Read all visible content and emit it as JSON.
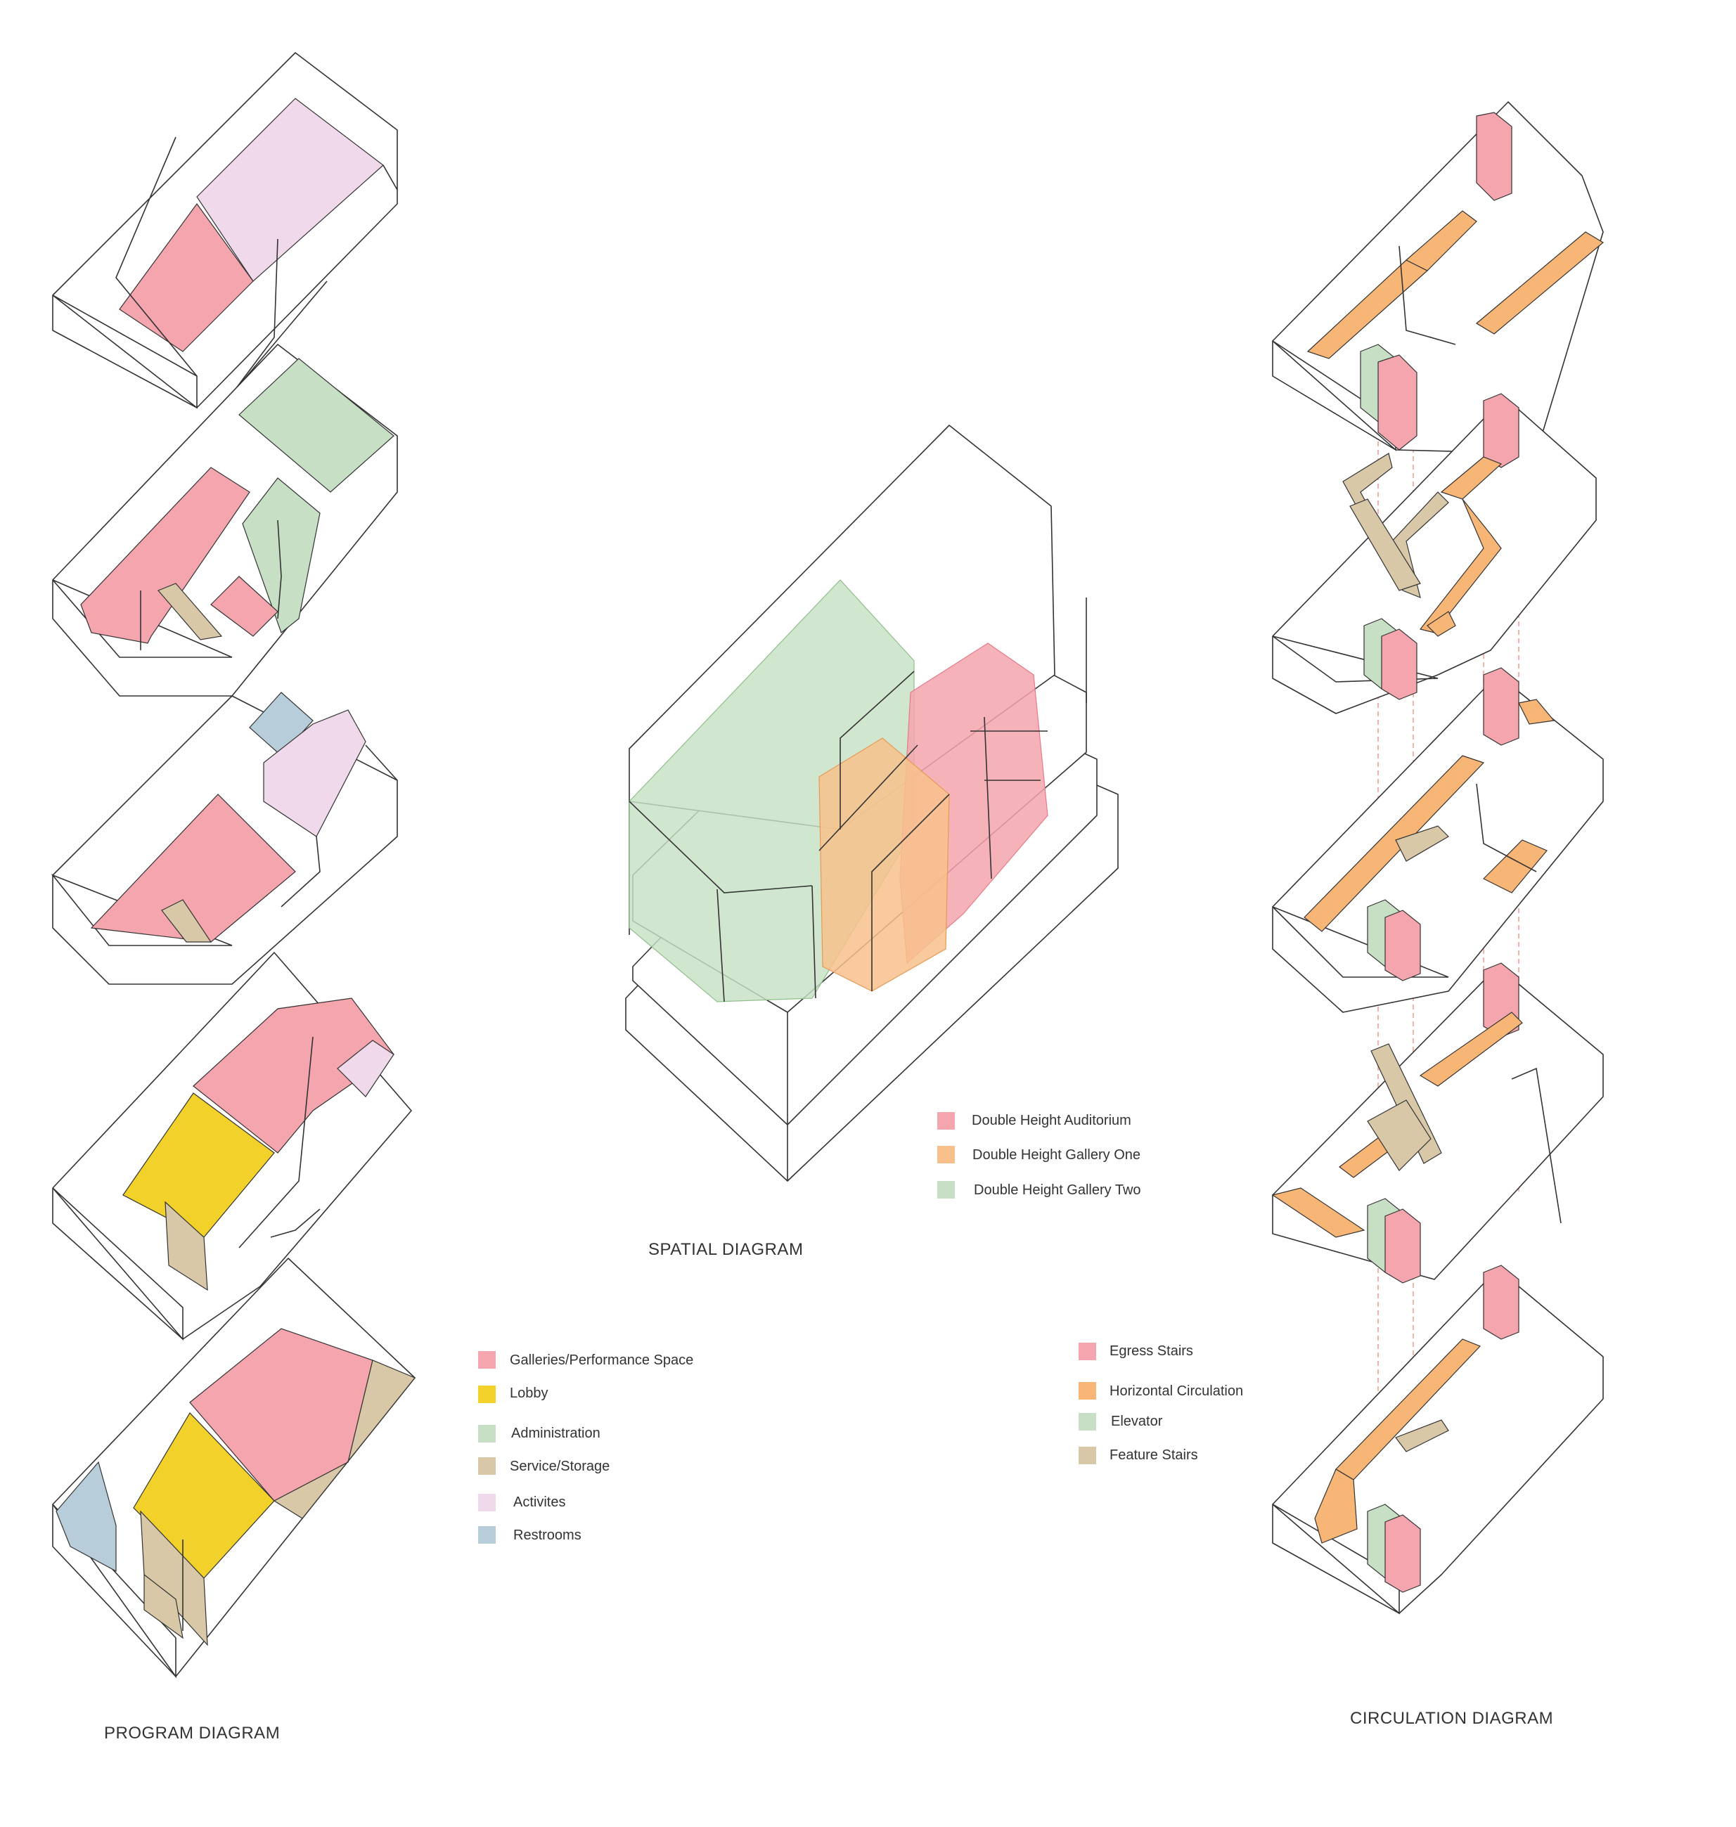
{
  "colors": {
    "galleries": "#f4a5ad",
    "lobby": "#f2d12a",
    "administration": "#c7e0c5",
    "service": "#d8c8a8",
    "activities": "#efd9eb",
    "restrooms": "#b8cdda",
    "auditorium": "#f4a5ad",
    "gallery_one": "#f8c18c",
    "gallery_two": "#c7e0c5",
    "egress": "#f4a5ad",
    "horizontal": "#f8b676",
    "elevator": "#c7e0c5",
    "feature": "#d8c8a8",
    "outline": "#333333"
  },
  "program": {
    "caption": "PROGRAM DIAGRAM",
    "legend": [
      {
        "label": "Galleries/Performance Space",
        "color": "#f4a5ad"
      },
      {
        "label": "Lobby",
        "color": "#f2d12a"
      },
      {
        "label": "Administration",
        "color": "#c7e0c5"
      },
      {
        "label": "Service/Storage",
        "color": "#d8c8a8"
      },
      {
        "label": "Activites",
        "color": "#efd9eb"
      },
      {
        "label": "Restrooms",
        "color": "#b8cdda"
      }
    ]
  },
  "spatial": {
    "caption": "SPATIAL DIAGRAM",
    "legend": [
      {
        "label": "Double Height Auditorium",
        "color": "#f4a5ad"
      },
      {
        "label": "Double Height Gallery One",
        "color": "#f8c18c"
      },
      {
        "label": "Double Height Gallery Two",
        "color": "#c7e0c5"
      }
    ]
  },
  "circulation": {
    "caption": "CIRCULATION DIAGRAM",
    "legend": [
      {
        "label": "Egress Stairs",
        "color": "#f4a5ad"
      },
      {
        "label": "Horizontal Circulation",
        "color": "#f8b676"
      },
      {
        "label": "Elevator",
        "color": "#c7e0c5"
      },
      {
        "label": "Feature Stairs",
        "color": "#d8c8a8"
      }
    ]
  }
}
